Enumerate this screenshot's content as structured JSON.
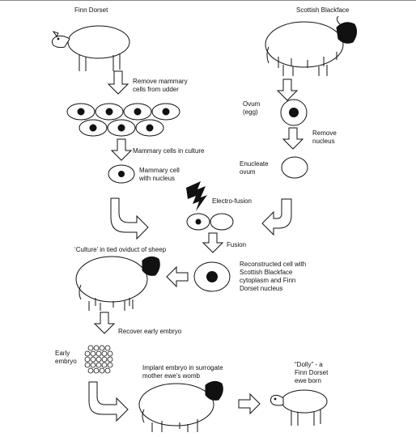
{
  "labels": {
    "finn_dorset": "Finn Dorset",
    "scottish_blackface": "Scottish Blackface",
    "remove_mammary_1": "Remove mammary",
    "remove_mammary_2": "cells from udder",
    "mammary_culture": "Mammary cells in culture",
    "mammary_cell_1": "Mammary cell",
    "mammary_cell_2": "with nucleus",
    "ovum_1": "Ovum",
    "ovum_2": "(egg)",
    "remove_nucleus_1": "Remove",
    "remove_nucleus_2": "nucleus",
    "enucleate_1": "Enucleate",
    "enucleate_2": "ovum",
    "electro_fusion": "Electro-fusion",
    "fusion": "Fusion",
    "culture_oviduct": "‘Culture’ in tied oviduct of sheep",
    "reconstructed_1": "Reconstructed cell with",
    "reconstructed_2": "Scottish Blackface",
    "reconstructed_3": "cytoplasm and Finn",
    "reconstructed_4": "Dorset nucleus",
    "recover_embryo": "Recover early embryo",
    "early_embryo_1": "Early",
    "early_embryo_2": "embryo",
    "implant_1": "Implant embryo in surrogate",
    "implant_2": "mother ewe’s womb",
    "dolly_1": "“Dolly” - a",
    "dolly_2": "Finn Dorset",
    "dolly_3": "ewe born"
  },
  "colors": {
    "ink": "#111111",
    "paper": "#ffffff"
  }
}
